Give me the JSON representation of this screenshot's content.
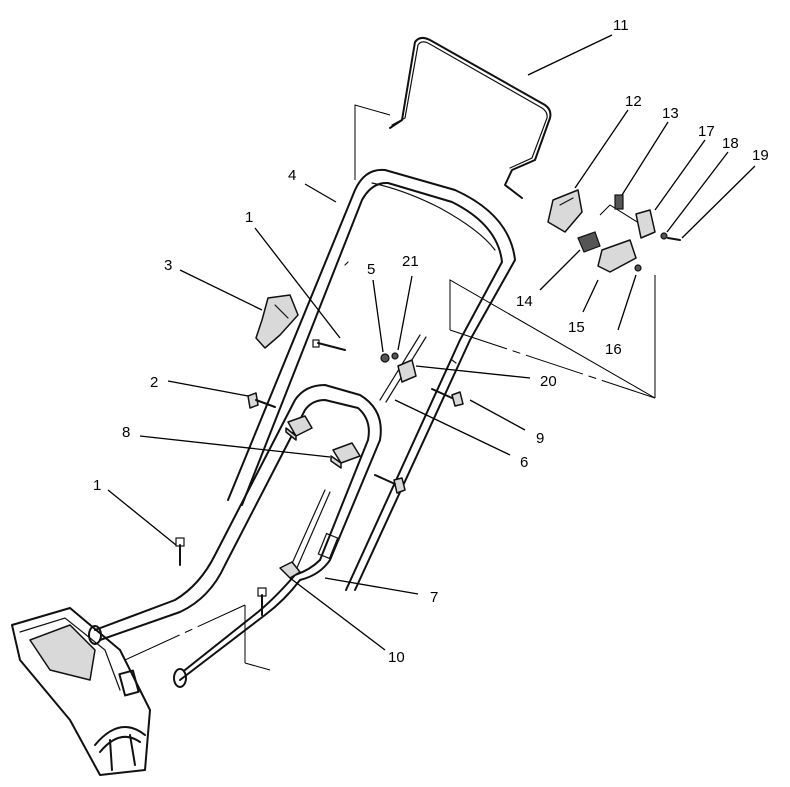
{
  "callouts": [
    {
      "id": "c11",
      "label": "11"
    },
    {
      "id": "c12",
      "label": "12"
    },
    {
      "id": "c13",
      "label": "13"
    },
    {
      "id": "c17",
      "label": "17"
    },
    {
      "id": "c18",
      "label": "18"
    },
    {
      "id": "c19",
      "label": "19"
    },
    {
      "id": "c4",
      "label": "4"
    },
    {
      "id": "c1a",
      "label": "1"
    },
    {
      "id": "c3",
      "label": "3"
    },
    {
      "id": "c5",
      "label": "5"
    },
    {
      "id": "c21",
      "label": "21"
    },
    {
      "id": "c14",
      "label": "14"
    },
    {
      "id": "c15",
      "label": "15"
    },
    {
      "id": "c16",
      "label": "16"
    },
    {
      "id": "c20",
      "label": "20"
    },
    {
      "id": "c2",
      "label": "2"
    },
    {
      "id": "c9",
      "label": "9"
    },
    {
      "id": "c8",
      "label": "8"
    },
    {
      "id": "c6",
      "label": "6"
    },
    {
      "id": "c1b",
      "label": "1"
    },
    {
      "id": "c7",
      "label": "7"
    },
    {
      "id": "c10",
      "label": "10"
    }
  ]
}
